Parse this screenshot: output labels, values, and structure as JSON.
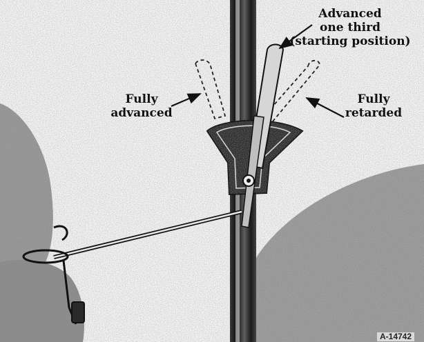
{
  "labels": {
    "advanced": [
      "Advanced",
      "one third",
      "(starting position)"
    ],
    "fully_advanced": [
      "Fully",
      "advanced"
    ],
    "fully_retarded": [
      "Fully",
      "retarded"
    ]
  },
  "figure_code": "A-14742",
  "colors": {
    "ink": "#111111",
    "paper": "#ffffff",
    "stipple": "#8a8a8a",
    "metal_dark": "#1f1f1f",
    "metal_mid": "#6a6a6a",
    "lever_fill": "#cfcfcf"
  }
}
